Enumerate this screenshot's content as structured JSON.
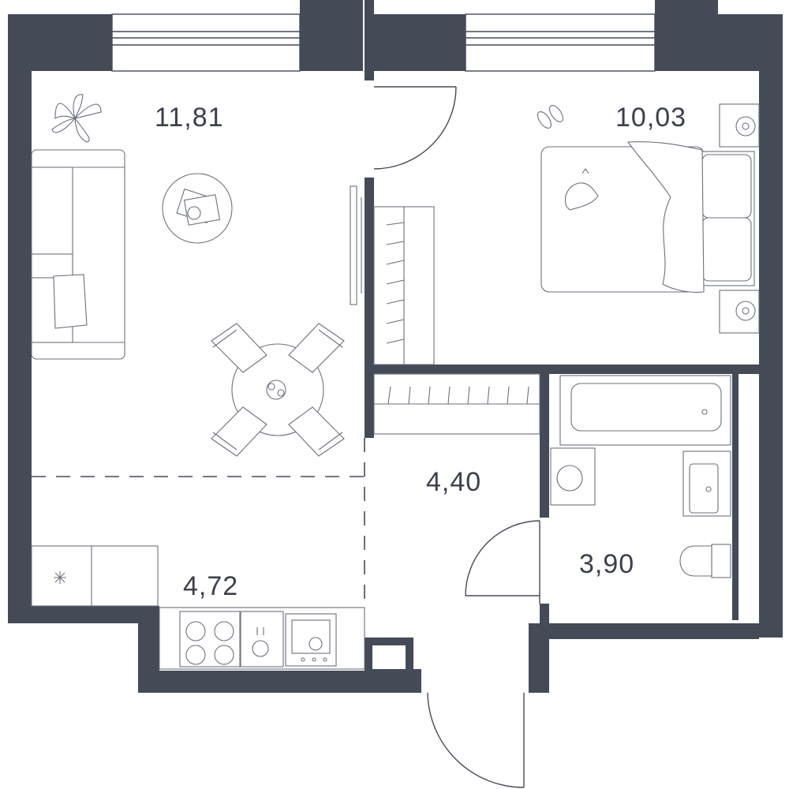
{
  "rooms": [
    {
      "id": "living",
      "area": "11,81"
    },
    {
      "id": "bedroom",
      "area": "10,03"
    },
    {
      "id": "hall",
      "area": "4,40"
    },
    {
      "id": "bathroom",
      "area": "3,90"
    },
    {
      "id": "kitchen",
      "area": "4,72"
    }
  ],
  "colors": {
    "wall": "#454a57",
    "furniture_stroke": "#6d717c",
    "background": "#ffffff"
  }
}
